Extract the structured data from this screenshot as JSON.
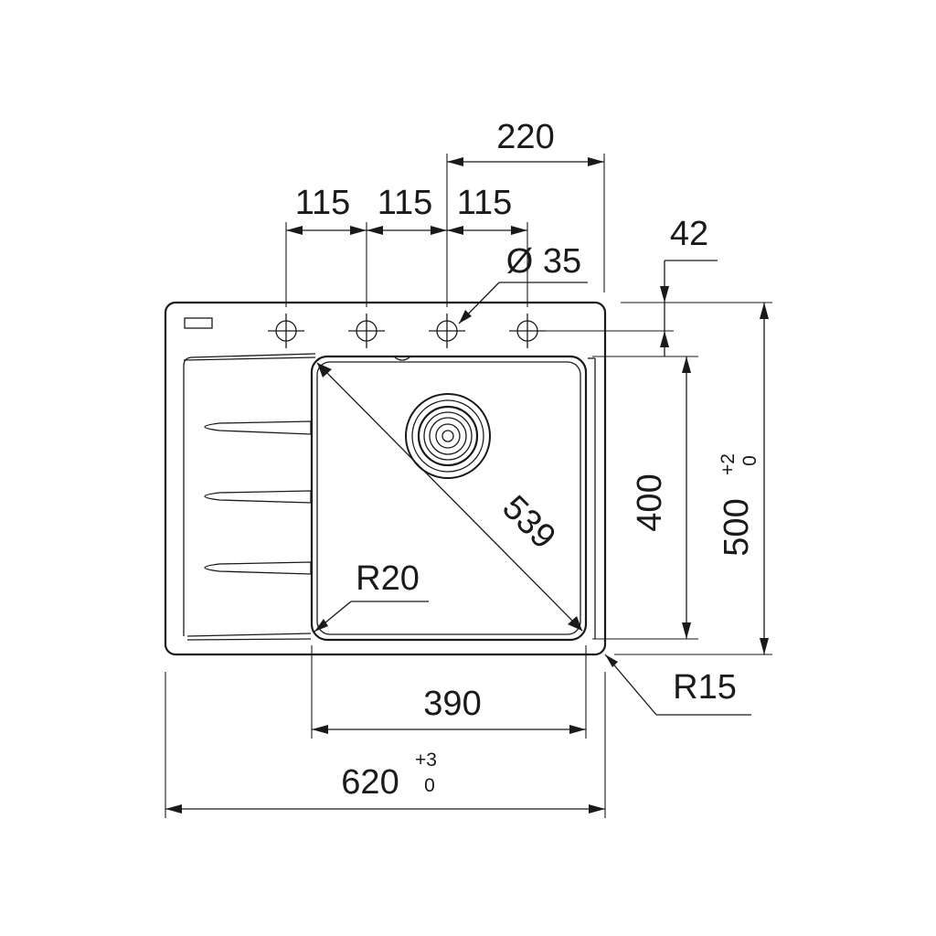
{
  "dimensions": {
    "tap_spacing_1": "115",
    "tap_spacing_2": "115",
    "tap_spacing_3": "115",
    "tap_to_edge": "220",
    "tap_hole_diameter": "Ø 35",
    "tap_row_offset": "42",
    "bowl_diagonal": "539",
    "bowl_corner_radius": "R20",
    "outer_corner_radius": "R15",
    "bowl_depth": "400",
    "overall_depth": "500",
    "overall_depth_tol_upper": "+2",
    "overall_depth_tol_lower": "0",
    "bowl_width": "390",
    "overall_width": "620",
    "overall_width_tol_upper": "+3",
    "overall_width_tol_lower": "0"
  },
  "colors": {
    "line": "#1a1a1a",
    "background": "#ffffff"
  }
}
